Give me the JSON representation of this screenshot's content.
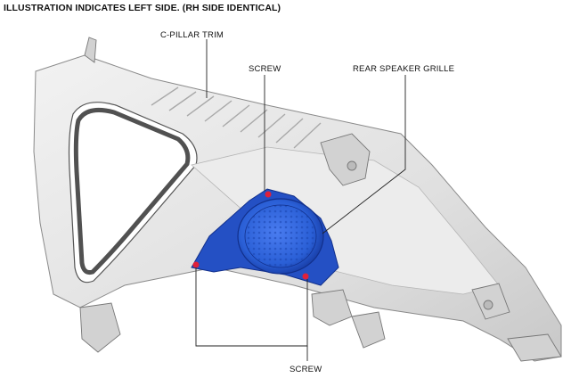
{
  "heading": "ILLUSTRATION INDICATES LEFT SIDE. (RH SIDE IDENTICAL)",
  "labels": {
    "c_pillar_trim": "C-PILLAR TRIM",
    "screw_top": "SCREW",
    "rear_speaker_grille": "REAR SPEAKER GRILLE",
    "screw_bottom": "SCREW"
  },
  "colors": {
    "trim_light": "#e6e6e6",
    "trim_mid": "#cfcfcf",
    "trim_dark": "#9c9c9c",
    "grille_blue": "#2a5fd6",
    "grille_dark": "#1639a0",
    "screw_red": "#e0203a",
    "leader": "#222222"
  }
}
